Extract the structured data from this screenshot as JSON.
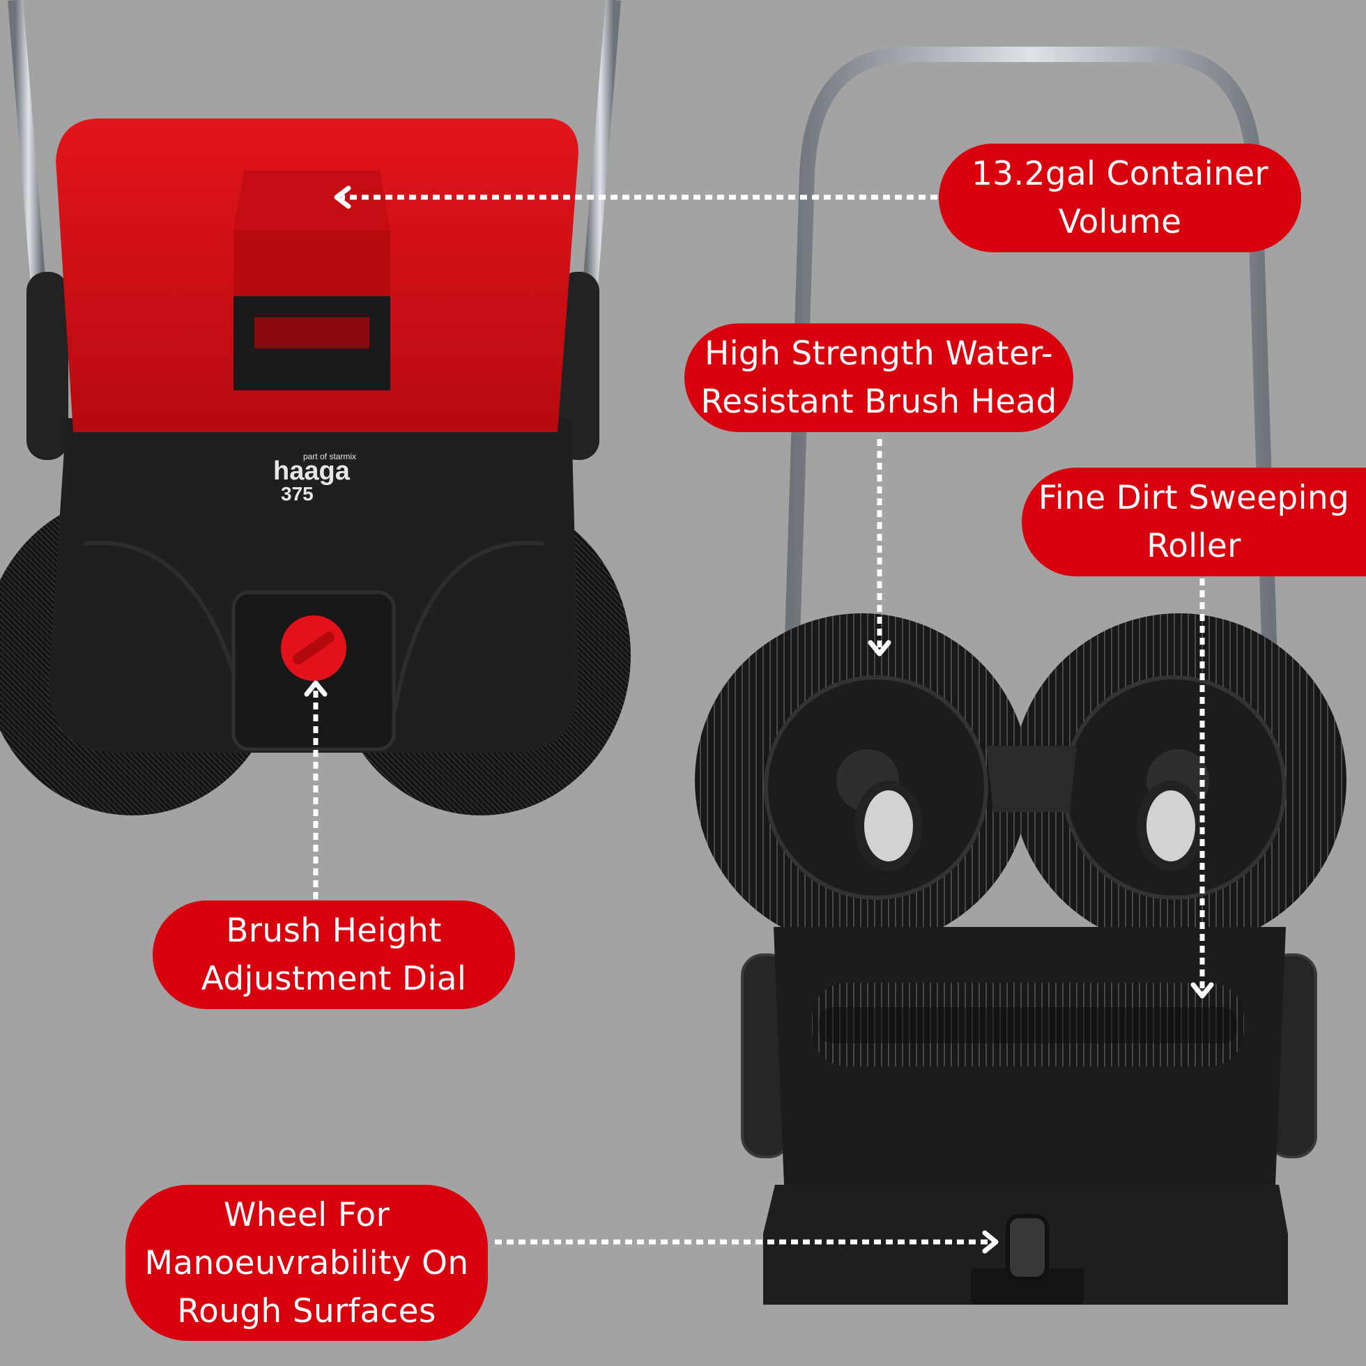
{
  "product": {
    "brand_logo": "haaga",
    "brand_tagline": "part of starmix",
    "model": "375"
  },
  "callouts": {
    "container": {
      "line1": "13.2gal Container",
      "line2": "Volume"
    },
    "brush_head": {
      "line1": "High Strength Water-",
      "line2": "Resistant Brush Head"
    },
    "roller": {
      "line1": "Fine Dirt Sweeping",
      "line2": "Roller"
    },
    "dial": {
      "line1": "Brush Height",
      "line2": "Adjustment Dial"
    },
    "wheel": {
      "line1": "Wheel For",
      "line2": "Manoeuvrability On",
      "line3": "Rough Surfaces"
    }
  },
  "colors": {
    "background": "#a3a3a3",
    "accent_red": "#d9000d",
    "body_black": "#1f1f1f",
    "arrow_white": "#ffffff"
  }
}
